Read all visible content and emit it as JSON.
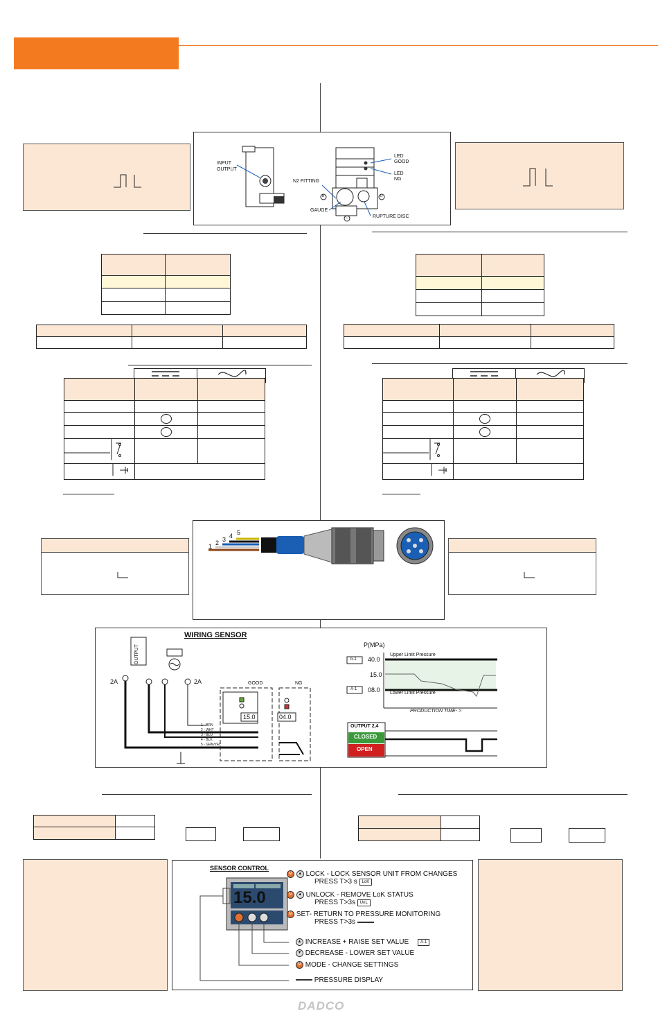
{
  "brand": {
    "logo": "DADCO",
    "accent": "#F47A20",
    "note_bg": "#FCE7D4"
  },
  "figure_top": {
    "labels": {
      "input_output": "INPUT\nOUTPUT",
      "n2_fitting": "N2 FITTING",
      "gauge": "GAUGE",
      "rupture_disc": "RUPTURE DISC",
      "led_good": "LED\nGOOD",
      "led_ng": "LED\nNG",
      "marker_b": "B",
      "marker_d": "D",
      "marker_c": "C"
    }
  },
  "connector_figure": {
    "pins": [
      "1",
      "2",
      "3",
      "4",
      "5"
    ]
  },
  "wiring": {
    "title": "WIRING SENSOR",
    "output_label": "OUTPUT",
    "fuse_left": "2A",
    "fuse_right": "2A",
    "good_label": "GOOD",
    "ng_label": "NG",
    "good_value": "15.0",
    "ng_value": "04.0",
    "wires": [
      "1 - BRN",
      "2 - WHT",
      "3 - BLU",
      "4 - BLK",
      "5 - GRN/YEL"
    ],
    "chart": {
      "ylabel": "P(MPa)",
      "tick_top": "40.0",
      "tick_mid": "15.0",
      "tick_low": "08.0",
      "tag_top": "b-1",
      "tag_low": "A-1",
      "upper": "Upper Limit Pressure",
      "lower": "Lower Limit Pressure",
      "xlabel": "PRODUCTION TIME- >"
    },
    "output": {
      "header": "OUTPUT 2,4",
      "closed": "CLOSED",
      "open": "OPEN"
    }
  },
  "sensor_control": {
    "title": "SENSOR CONTROL",
    "display": "15.0",
    "lines": [
      {
        "text": "LOCK - LOCK SENSOR UNIT FROM CHANGES",
        "sub": "PRESS T>3 s",
        "tag": "LoK"
      },
      {
        "text": "UNLOCK - REMOVE LoK STATUS",
        "sub": "PRESS T>3s",
        "tag": "UnL"
      },
      {
        "text": "SET-  RETURN TO PRESSURE MONITORING",
        "sub": "PRESS T>3s",
        "tag": ""
      },
      {
        "text": "INCREASE +  RAISE SET VALUE",
        "sub": "",
        "tag": "A-1"
      },
      {
        "text": "DECREASE - LOWER SET VALUE",
        "sub": "",
        "tag": ""
      },
      {
        "text": "MODE - CHANGE SETTINGS",
        "sub": "",
        "tag": ""
      },
      {
        "text": "PRESSURE DISPLAY",
        "sub": "",
        "tag": ""
      }
    ]
  }
}
